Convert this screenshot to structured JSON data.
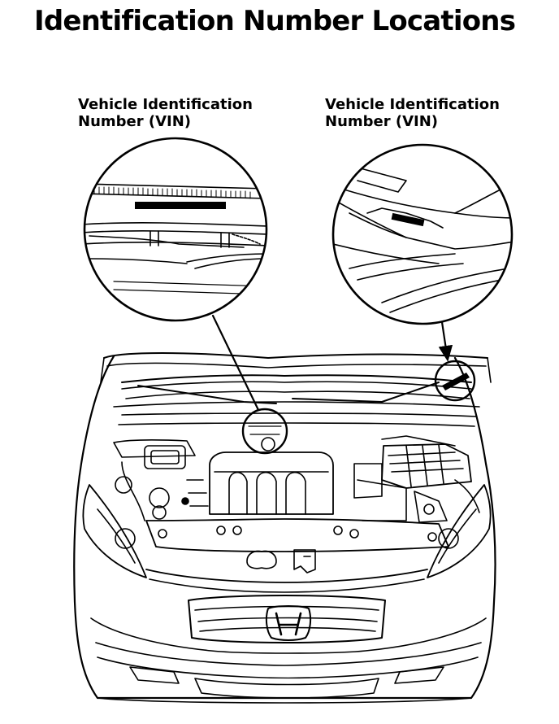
{
  "title": "Identification Number Locations",
  "callouts": {
    "left": {
      "line1": "Vehicle Identification",
      "line2": "Number (VIN)"
    },
    "right": {
      "line1": "Vehicle Identification",
      "line2": "Number (VIN)"
    }
  },
  "illustration": {
    "emblem": "Honda H logo",
    "vin_plate_locations": [
      "windshield base behind engine (detail view left)",
      "right side of cowl near windshield (detail view right)"
    ]
  },
  "colors": {
    "ink": "#000000",
    "paper": "#ffffff"
  }
}
